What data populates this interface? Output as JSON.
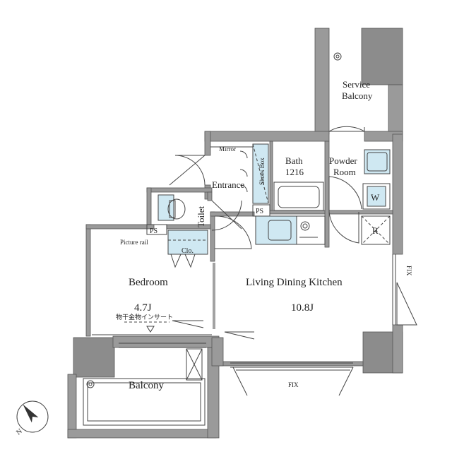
{
  "rooms": {
    "service_balcony": [
      "Service",
      "Balcony"
    ],
    "bath": [
      "Bath",
      "1216"
    ],
    "powder_room": [
      "Powder",
      "Room"
    ],
    "mirror": "Mirror",
    "shoes_box": "Shoes Box",
    "entrance": "Entrance",
    "ps1": "PS",
    "ps2": "PS",
    "toilet": "Toilet",
    "washer": "W",
    "fridge": "R",
    "picture_rail": "Picture rail",
    "closet": "Clo.",
    "bedroom": "Bedroom",
    "bedroom_size": "4.7J",
    "bedroom_note": "物干金物インサート",
    "ldk": "Living Dining Kitchen",
    "ldk_size": "10.8J",
    "fix_right": "FIX",
    "fix_bottom": "FIX",
    "balcony": "Balcony"
  },
  "compass": {
    "label": "N"
  }
}
